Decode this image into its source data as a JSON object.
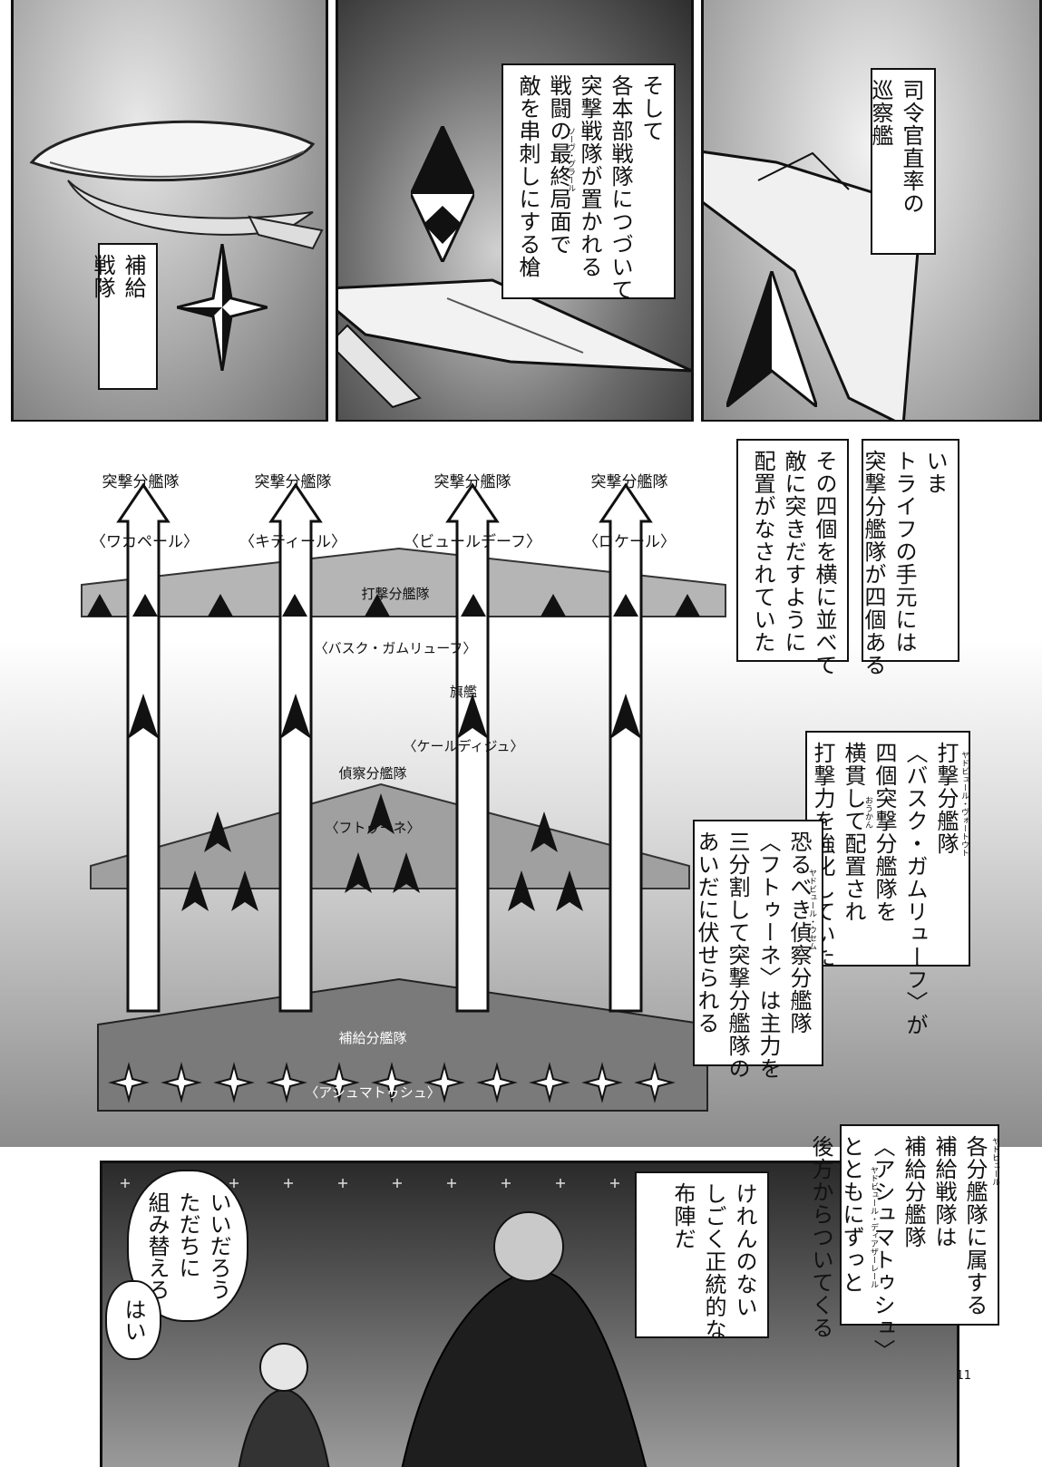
{
  "page": {
    "number": "11"
  },
  "top_row": {
    "supply_fleet_caption": "補給\n戦隊",
    "spear_caption": "そして\n各本部戦隊につづいて\n突撃戦隊が置かれる\n戦闘の最終局面で\n敵を串刺しにする槍",
    "spear_ruby": "ソーヴ・グラール",
    "cruiser_caption": "司令官直率の\n巡察艦"
  },
  "diagram": {
    "assault_squadrons": [
      {
        "name": "突撃分艦隊",
        "sub": "〈ワカペール〉"
      },
      {
        "name": "突撃分艦隊",
        "sub": "〈キティール〉"
      },
      {
        "name": "突撃分艦隊",
        "sub": "〈ビュールデーフ〉"
      },
      {
        "name": "突撃分艦隊",
        "sub": "〈ロケール〉"
      }
    ],
    "strike_squadron": {
      "name": "打撃分艦隊",
      "sub": "〈バスク・ガムリューフ〉"
    },
    "flagship": {
      "name": "旗艦",
      "sub": "〈ケールディジュ〉"
    },
    "recon_squadron": {
      "name": "偵察分艦隊",
      "sub": "〈フトゥーネ〉"
    },
    "supply_squadron": {
      "name": "補給分艦隊",
      "sub": "〈アシュマトゥシュ〉"
    }
  },
  "narration": {
    "box1": "いま\nトライフの手元には\n突撃分艦隊が四個ある",
    "box2": "その四個を横に並べて\n敵に突きだすように\n配置がなされていた",
    "box3": "打撃分艦隊\n〈バスク・ガムリューフ〉が\n四個突撃分艦隊を\n横貫して配置され\n打撃力を強化していた",
    "box3_ruby1": "ヤドビュール・ヴォートウト",
    "box3_ruby2": "おうかん",
    "box4": "恐るべき偵察分艦隊\n〈フトゥーネ〉は主力を\n三分割して突撃分艦隊の\nあいだに伏せられる",
    "box4_ruby": "ヤドビュール・ウセム",
    "box5": "各分艦隊に属する\n補給戦隊は\n補給分艦隊\n〈アシュマトゥシュ〉\nとともにずっと\n後方からついてくる",
    "box5_ruby1": "ヤドビュール",
    "box5_ruby2": "ヤドビュール・ディアザーレール",
    "box6": "けれんのない\nしごく正統的な\n布陣だ"
  },
  "dialogue": {
    "bubble1": "いいだろう\nただちに\n組み替えろ",
    "bubble2": "はい"
  }
}
